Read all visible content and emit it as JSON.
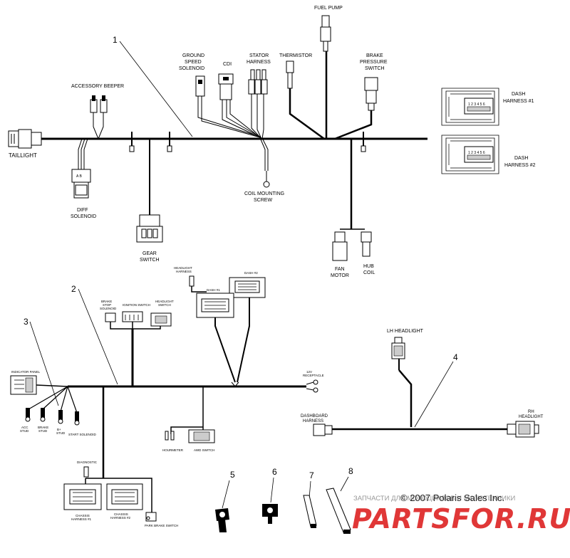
{
  "diagram": {
    "callouts": [
      "1",
      "2",
      "3",
      "4",
      "5",
      "6",
      "7",
      "8"
    ],
    "main_harness": {
      "fuel_pump": "FUEL PUMP",
      "ground_speed": [
        "GROUND",
        "SPEED",
        "SOLENOID"
      ],
      "cdi": "CDI",
      "stator": [
        "STATOR",
        "HARNESS"
      ],
      "thermistor": "THERMISTOR",
      "brake": [
        "BRAKE",
        "PRESSURE",
        "SWITCH"
      ],
      "accessory_beeper": "ACCESSORY BEEPER",
      "dash1": [
        "DASH",
        "HARNESS #1"
      ],
      "dash2": [
        "DASH",
        "HARNESS #2"
      ],
      "taillight": "TAILLIGHT",
      "diff": [
        "DIFF",
        "SOLENOID"
      ],
      "coil": [
        "COIL MOUNTING",
        "SCREW"
      ],
      "gear": [
        "GEAR",
        "SWITCH"
      ],
      "fan": [
        "FAN",
        "MOTOR"
      ],
      "hub": [
        "HUB",
        "COIL"
      ]
    },
    "dash_harness": {
      "headlight_harness": [
        "HEADLIGHT",
        "HARNESS"
      ],
      "dash2": "DASH #2",
      "dash1": "DASH #1",
      "brake_stop": [
        "BRAKE",
        "STOP",
        "SOLENOID"
      ],
      "ignition": "IGNITION SWITCH",
      "headlight_switch": [
        "HEADLIGHT",
        "SWITCH"
      ],
      "indicator_panel": "INDICATOR PANEL",
      "receptacle": [
        "12V",
        "RECEPTACLE"
      ],
      "acc_stud": [
        "ACC",
        "STUD"
      ],
      "brake_stud": [
        "BRAKE",
        "STUD"
      ],
      "b_stud": [
        "B+",
        "STUD"
      ],
      "start_solenoid": "START SOLENOID",
      "hourmeter": "HOURMETER",
      "awd_switch": "AWD SWITCH",
      "diagnostic": "DIAGNOSTIC",
      "chassis1": [
        "CHASSIS",
        "HARNESS #1"
      ],
      "chassis2": [
        "CHASSIS",
        "HARNESS #2"
      ],
      "park_brake": "PARK BRAKE SWITCH"
    },
    "headlight_harness": {
      "lh": "LH HEADLIGHT",
      "rh": [
        "RH",
        "HEADLIGHT"
      ],
      "dashboard": [
        "DASHBOARD",
        "HARNESS"
      ]
    },
    "copyright": "© 2007 Polaris Sales Inc.",
    "watermark_top": "ЗАПЧАСТИ ДЛЯ МОТОЦИКЛОВ И МОТОТЕХНИКИ",
    "watermark_brand": "PARTSFOR.RU"
  },
  "colors": {
    "wire": "#000000",
    "watermark": "#dd2222"
  }
}
